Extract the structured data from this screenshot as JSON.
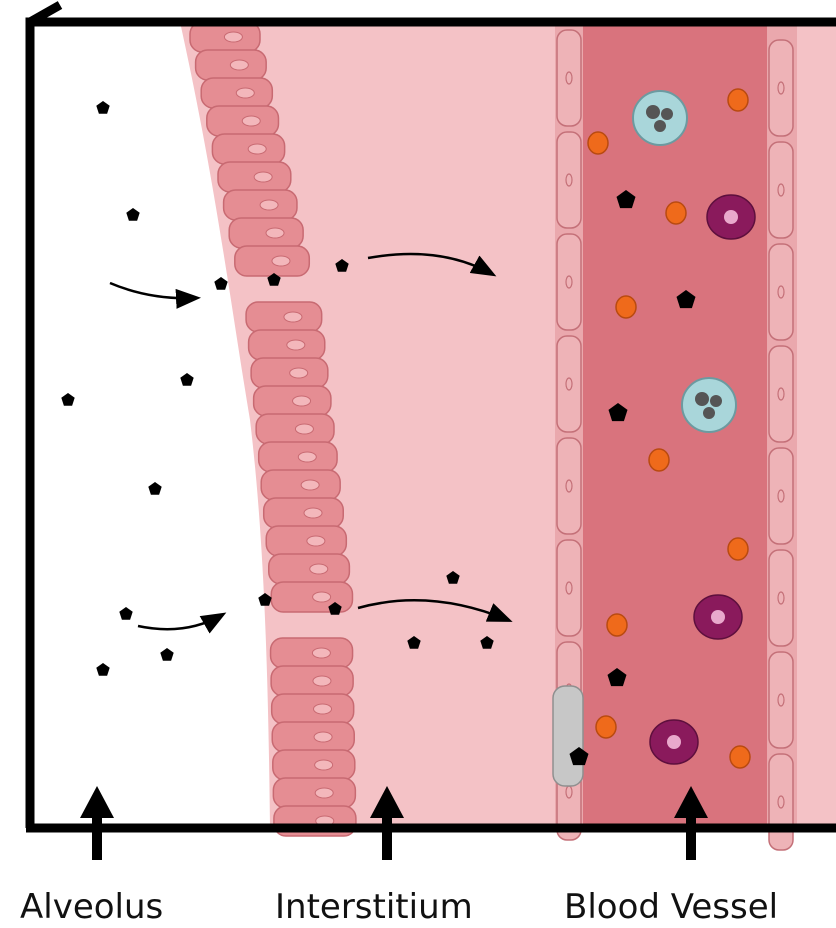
{
  "labels": {
    "alveolus": "Alveolus",
    "interstitium": "Interstitium",
    "blood_vessel": "Blood Vessel"
  },
  "colors": {
    "frame": "#000000",
    "alveolus_space": "#ffffff",
    "interstitium": "#f4c2c6",
    "epithelium_cell": "#e58d93",
    "epithelium_nucleus": "#f3b7bb",
    "vessel_wall": "#eaa8ad",
    "vessel_lumen": "#d9737d",
    "particle": "#000000",
    "red_cell": "#ef6a1b",
    "neutrophil": "#a9d6da",
    "monocyte": "#8a1a5c",
    "grey_cell": "#c7c7c7"
  },
  "icons": [
    "particle-icon",
    "arrow-icon",
    "neutrophil-icon",
    "monocyte-icon",
    "red-cell-icon"
  ]
}
